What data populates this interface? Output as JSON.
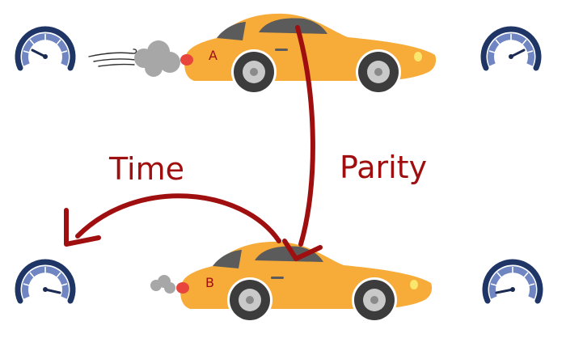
{
  "labels": {
    "time": "Time",
    "parity": "Parity"
  },
  "cars": [
    {
      "label": "A",
      "has_speed_lines": true
    },
    {
      "label": "B",
      "has_speed_lines": false
    }
  ],
  "colors": {
    "car_body": "#f7ac3a",
    "car_window": "#5b5b5b",
    "tail_light": "#e8453c",
    "head_light": "#fbe76d",
    "wheel": "#3c3c3c",
    "rim": "#c9c9c9",
    "smoke": "#a7a7a7",
    "arrow": "#a00f0f",
    "gauge_ring": "#1f3566",
    "gauge_fill": "#6f86c2",
    "gauge_needle": "#1b2a52"
  },
  "icons": [
    "speedometer-icon-top-left",
    "speedometer-icon-top-right",
    "speedometer-icon-bottom-left",
    "speedometer-icon-bottom-right"
  ]
}
